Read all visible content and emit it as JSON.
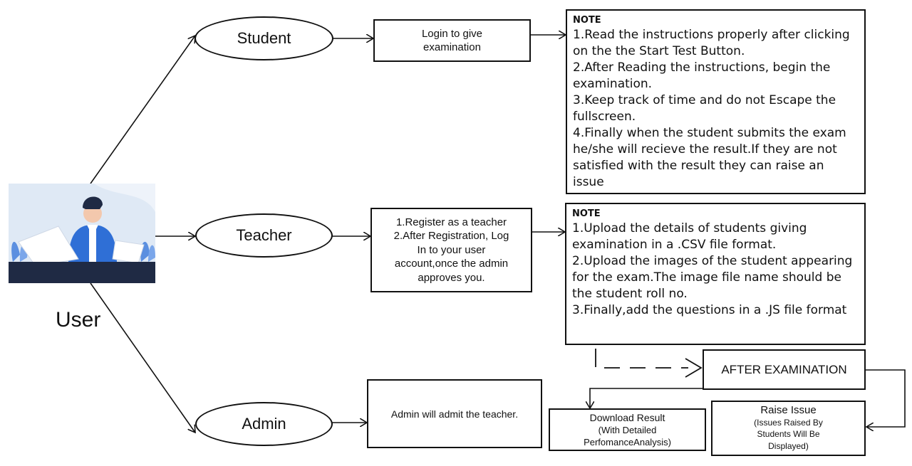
{
  "user_label": "User",
  "roles": {
    "student": "Student",
    "teacher": "Teacher",
    "admin": "Admin"
  },
  "student_action": [
    "Login to give",
    "examination"
  ],
  "teacher_action": [
    "1.Register as a teacher",
    "2.After Registration, Log",
    "In to your user",
    "account,once the admin",
    "approves you."
  ],
  "admin_action": "Admin will admit the teacher.",
  "student_note": {
    "title": "NOTE",
    "lines": [
      "1.Read the instructions properly after clicking",
      "on the the Start Test Button.",
      "2.After Reading the instructions, begin the",
      "examination.",
      "3.Keep track of time and do not Escape the",
      "fullscreen.",
      "4.Finally when the student submits the exam",
      "he/she will recieve the result.If they are not",
      "satisfied with the result they can raise an",
      "issue"
    ]
  },
  "teacher_note": {
    "title": "NOTE",
    "lines": [
      "1.Upload the details of students giving",
      "examination in a .CSV file format.",
      "2.Upload the images of the student appearing",
      "for the exam.The image file name should be",
      "the student roll no.",
      "3.Finally,add the questions in a .JS file format"
    ]
  },
  "after_exam": "AFTER EXAMINATION",
  "download_result": [
    "Download Result",
    "(With Detailed",
    "PerfomanceAnalysis)"
  ],
  "raise_issue": [
    "Raise Issue",
    "(Issues Raised By",
    "Students Will Be",
    "Displayed)"
  ],
  "colors": {
    "illustration_bg": "#dfe9f5",
    "desk": "#1f2a44",
    "jacket": "#2f6fd6",
    "plant": "#5b8fe0"
  },
  "icons": [
    "person-at-laptop-illustration"
  ]
}
